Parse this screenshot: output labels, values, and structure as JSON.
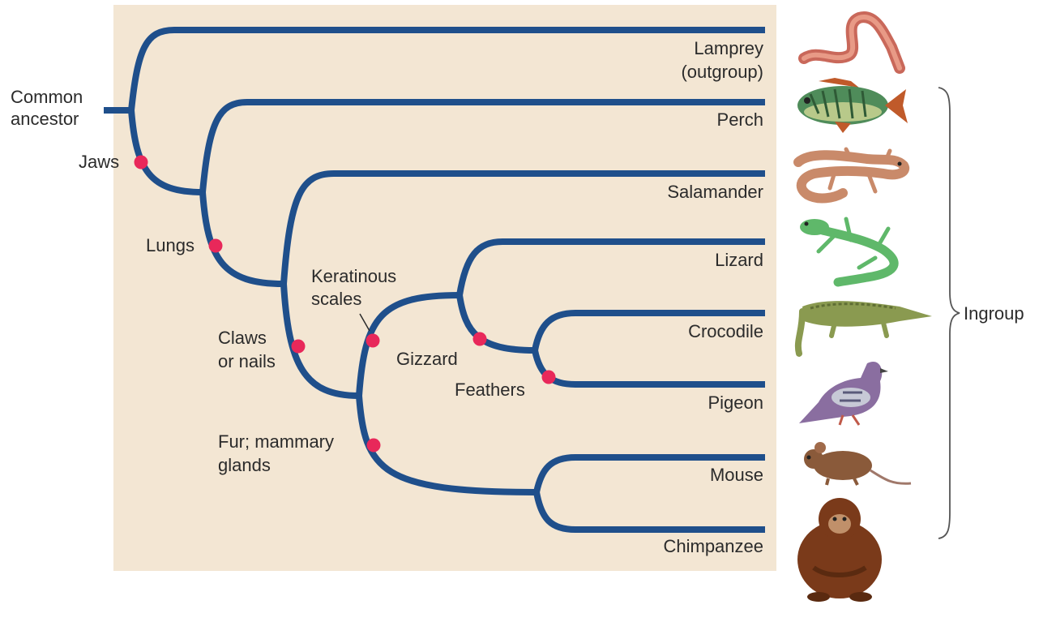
{
  "diagram": {
    "root_label": {
      "line1": "Common",
      "line2": "ancestor"
    },
    "taxa": [
      {
        "name": "Lamprey",
        "note": "(outgroup)"
      },
      {
        "name": "Perch"
      },
      {
        "name": "Salamander"
      },
      {
        "name": "Lizard"
      },
      {
        "name": "Crocodile"
      },
      {
        "name": "Pigeon"
      },
      {
        "name": "Mouse"
      },
      {
        "name": "Chimpanzee"
      }
    ],
    "traits": {
      "jaws": "Jaws",
      "lungs": "Lungs",
      "claws_1": "Claws",
      "claws_2": "or nails",
      "keratinous_1": "Keratinous",
      "keratinous_2": "scales",
      "gizzard": "Gizzard",
      "feathers": "Feathers",
      "fur_1": "Fur; mammary",
      "fur_2": "glands"
    },
    "ingroup_label": "Ingroup",
    "animal_icons": [
      "worm-icon",
      "fish-icon",
      "salamander-icon",
      "lizard-icon",
      "crocodile-icon",
      "pigeon-icon",
      "mouse-icon",
      "chimpanzee-icon"
    ],
    "colors": {
      "panel": "#f3e6d3",
      "branch": "#1f4f8b",
      "trait_dot": "#e8285a",
      "text": "#2b2b2b"
    }
  }
}
